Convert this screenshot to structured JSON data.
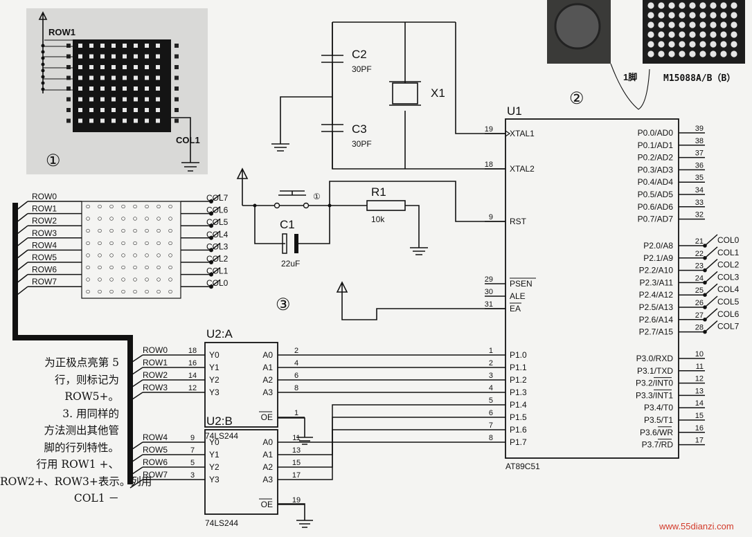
{
  "ic_u1": {
    "ref": "U1",
    "part": "AT89C51",
    "left_pins": [
      {
        "num": "19",
        "name": "XTAL1"
      },
      {
        "num": "18",
        "name": "XTAL2"
      },
      {
        "num": "9",
        "name": "RST"
      },
      {
        "num": "29",
        "name": "PSEN"
      },
      {
        "num": "30",
        "name": "ALE"
      },
      {
        "num": "31",
        "name": "EA"
      },
      {
        "num": "1",
        "name": "P1.0"
      },
      {
        "num": "2",
        "name": "P1.1"
      },
      {
        "num": "3",
        "name": "P1.2"
      },
      {
        "num": "4",
        "name": "P1.3"
      },
      {
        "num": "5",
        "name": "P1.4"
      },
      {
        "num": "6",
        "name": "P1.5"
      },
      {
        "num": "7",
        "name": "P1.6"
      },
      {
        "num": "8",
        "name": "P1.7"
      }
    ],
    "right_pins": [
      {
        "num": "39",
        "name": "P0.0/AD0"
      },
      {
        "num": "38",
        "name": "P0.1/AD1"
      },
      {
        "num": "37",
        "name": "P0.2/AD2"
      },
      {
        "num": "36",
        "name": "P0.3/AD3"
      },
      {
        "num": "35",
        "name": "P0.4/AD4"
      },
      {
        "num": "34",
        "name": "P0.5/AD5"
      },
      {
        "num": "33",
        "name": "P0.6/AD6"
      },
      {
        "num": "32",
        "name": "P0.7/AD7"
      },
      {
        "num": "21",
        "name": "P2.0/A8",
        "net": "COL0"
      },
      {
        "num": "22",
        "name": "P2.1/A9",
        "net": "COL1"
      },
      {
        "num": "23",
        "name": "P2.2/A10",
        "net": "COL2"
      },
      {
        "num": "24",
        "name": "P2.3/A11",
        "net": "COL3"
      },
      {
        "num": "25",
        "name": "P2.4/A12",
        "net": "COL4"
      },
      {
        "num": "26",
        "name": "P2.5/A13",
        "net": "COL5"
      },
      {
        "num": "27",
        "name": "P2.6/A14",
        "net": "COL6"
      },
      {
        "num": "28",
        "name": "P2.7/A15",
        "net": "COL7"
      },
      {
        "num": "10",
        "name": "P3.0/RXD"
      },
      {
        "num": "11",
        "name": "P3.1/TXD"
      },
      {
        "num": "12",
        "name": "P3.2/INT0"
      },
      {
        "num": "13",
        "name": "P3.3/INT1"
      },
      {
        "num": "14",
        "name": "P3.4/T0"
      },
      {
        "num": "15",
        "name": "P3.5/T1"
      },
      {
        "num": "16",
        "name": "P3.6/WR"
      },
      {
        "num": "17",
        "name": "P3.7/RD"
      }
    ]
  },
  "ic_u2a": {
    "ref": "U2:A",
    "left_pins": [
      {
        "num": "18",
        "name": "Y0",
        "net": "ROW0"
      },
      {
        "num": "16",
        "name": "Y1",
        "net": "ROW1"
      },
      {
        "num": "14",
        "name": "Y2",
        "net": "ROW2"
      },
      {
        "num": "12",
        "name": "Y3",
        "net": "ROW3"
      }
    ],
    "right_pins": [
      {
        "num": "2",
        "name": "A0"
      },
      {
        "num": "4",
        "name": "A1"
      },
      {
        "num": "6",
        "name": "A2"
      },
      {
        "num": "8",
        "name": "A3"
      },
      {
        "num": "1",
        "name": "OE"
      }
    ],
    "part": "74LS244"
  },
  "ic_u2b": {
    "ref": "U2:B",
    "left_pins": [
      {
        "num": "9",
        "name": "Y0",
        "net": "ROW4"
      },
      {
        "num": "7",
        "name": "Y1",
        "net": "ROW5"
      },
      {
        "num": "5",
        "name": "Y2",
        "net": "ROW6"
      },
      {
        "num": "3",
        "name": "Y3",
        "net": "ROW7"
      }
    ],
    "right_pins": [
      {
        "num": "11",
        "name": "A0"
      },
      {
        "num": "13",
        "name": "A1"
      },
      {
        "num": "15",
        "name": "A2"
      },
      {
        "num": "17",
        "name": "A3"
      },
      {
        "num": "19",
        "name": "OE"
      }
    ],
    "part": "74LS244"
  },
  "components": {
    "c2": {
      "ref": "C2",
      "value": "30PF"
    },
    "c3": {
      "ref": "C3",
      "value": "30PF"
    },
    "x1": {
      "ref": "X1"
    },
    "r1": {
      "ref": "R1",
      "value": "10k"
    },
    "c1": {
      "ref": "C1",
      "value": "22uF"
    },
    "switch_mark": "①"
  },
  "matrix": {
    "rows": [
      "ROW0",
      "ROW1",
      "ROW2",
      "ROW3",
      "ROW4",
      "ROW5",
      "ROW6",
      "ROW7"
    ],
    "cols": [
      "COL7",
      "COL6",
      "COL5",
      "COL4",
      "COL3",
      "COL2",
      "COL1",
      "COL0"
    ],
    "dot_glyph": "○"
  },
  "inset1": {
    "row_label": "ROW1",
    "col_label": "COL1",
    "circle": "①"
  },
  "inset2": {
    "pin_label": "1脚",
    "part": "M15088A/B（B）",
    "circle": "②"
  },
  "circle3": "③",
  "watermark": "www.55dianzi.com",
  "article_lines": [
    "为正极点亮第 5",
    "行，则标记为",
    "ROW5+。",
    "3. 用同样的",
    "方法测出其他管",
    "脚的行列特性。",
    "行用 ROW1 +、",
    "ROW2+、ROW3+表示。列用",
    "COL1 －"
  ],
  "colors": {
    "ink": "#111111",
    "paper": "#f4f4f2",
    "photo": "#d9d9d7",
    "watermark": "#d23a2a"
  }
}
